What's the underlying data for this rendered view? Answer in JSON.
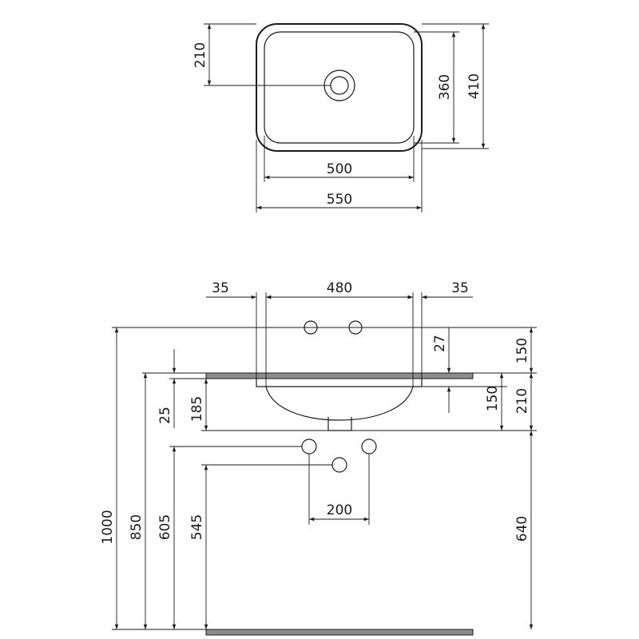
{
  "top_view": {
    "dim_drain_offset": "210",
    "dim_inner_depth": "360",
    "dim_outer_depth": "410",
    "dim_inner_width": "500",
    "dim_outer_width": "550"
  },
  "front_view": {
    "dim_left_rim": "35",
    "dim_tap_span": "480",
    "dim_right_rim": "35",
    "dim_tap_drop": "27",
    "dim_tap_height": "150",
    "dim_counter_thickness": "25",
    "dim_bowl_depth": "185",
    "dim_basin_depth_right": "150",
    "dim_basin_total_right": "210",
    "dim_total_height": "1000",
    "dim_counter_height": "850",
    "dim_supply_height": "605",
    "dim_waste_height": "545",
    "dim_drain_to_floor": "640",
    "dim_supply_spacing": "200"
  },
  "colors": {
    "line": "#1a1a1a",
    "slab": "#8c8c8c"
  }
}
